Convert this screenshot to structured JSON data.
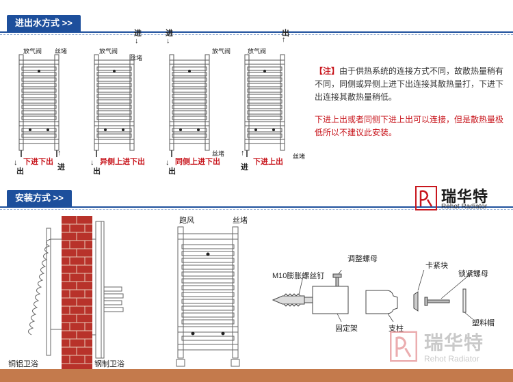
{
  "section1": {
    "title": "进出水方式 >>"
  },
  "section2": {
    "title": "安装方式 >>"
  },
  "radiators": [
    {
      "caption": "下进下出",
      "top_label_1": "放气阀",
      "top_label_2": "丝堵",
      "in_label": "进",
      "out_label": "出"
    },
    {
      "caption": "异侧上进下出",
      "top_label_1": "放气阀",
      "top_label_2": "丝堵",
      "in_label": "进",
      "out_label": "出"
    },
    {
      "caption": "同侧上进下出",
      "top_label_1": "放气阀",
      "top_label_2": "丝堵",
      "in_label": "进",
      "out_label": "出"
    },
    {
      "caption": "下进上出",
      "top_label_1": "放气阀",
      "top_label_2": "丝堵",
      "in_label": "进",
      "out_label": "出"
    }
  ],
  "note": {
    "tag": "【注】",
    "text": "由于供热系统的连接方式不同，故散热量稍有不同，同侧或异侧上进下出连接其散热量打，下进下出连接其散热量稍低。",
    "warning": "下进上出或者同侧下进上出可以连接，但是散热量极低所以不建议此安装。"
  },
  "logo": {
    "cn": "瑞华特",
    "en": "Rehot Radiator"
  },
  "installation": {
    "left_label": "铜铝卫浴",
    "right_label": "钢制卫浴",
    "radiator_label_1": "跑风",
    "radiator_label_2": "丝堵",
    "parts": {
      "expansion_bolt": "M10膨胀螺丝钉",
      "adjust_nut": "调整螺母",
      "bracket": "固定架",
      "pillar": "支柱",
      "clamp": "卡紧块",
      "lock_nut": "锁紧螺母",
      "plastic_cap": "塑料帽"
    }
  },
  "colors": {
    "accent": "#1d4f9c",
    "red": "#c8161d",
    "brick": "#b8322a",
    "floor": "#c47a4c"
  }
}
